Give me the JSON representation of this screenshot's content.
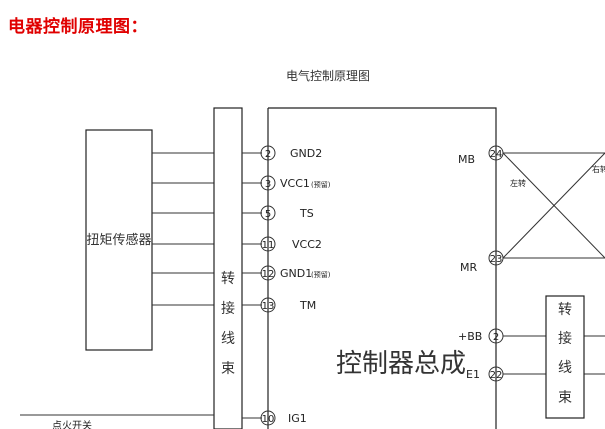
{
  "page_title": "电器控制原理图：",
  "title_color": "#e00000",
  "diagram": {
    "caption": "电气控制原理图",
    "sensor_label": "扭矩传感器",
    "harness_left": [
      "转",
      "接",
      "线",
      "束"
    ],
    "harness_right": [
      "转",
      "接",
      "线",
      "束"
    ],
    "controller_label": "控制器总成",
    "pins_left": [
      {
        "num": "2",
        "label": "GND2",
        "note": ""
      },
      {
        "num": "3",
        "label": "VCC1",
        "note": "(预留)"
      },
      {
        "num": "5",
        "label": "TS",
        "note": ""
      },
      {
        "num": "11",
        "label": "VCC2",
        "note": ""
      },
      {
        "num": "12",
        "label": "GND1",
        "note": "(预留)"
      },
      {
        "num": "13",
        "label": "TM",
        "note": ""
      },
      {
        "num": "10",
        "label": "IG1",
        "note": ""
      }
    ],
    "pins_right": [
      {
        "num": "24",
        "label": "MB"
      },
      {
        "num": "23",
        "label": "MR"
      },
      {
        "num": "2",
        "label": "+BB"
      },
      {
        "num": "22",
        "label": "E1"
      }
    ],
    "motor_label_left": "左转",
    "motor_label_right": "右转",
    "switch_label": "点火开关"
  }
}
